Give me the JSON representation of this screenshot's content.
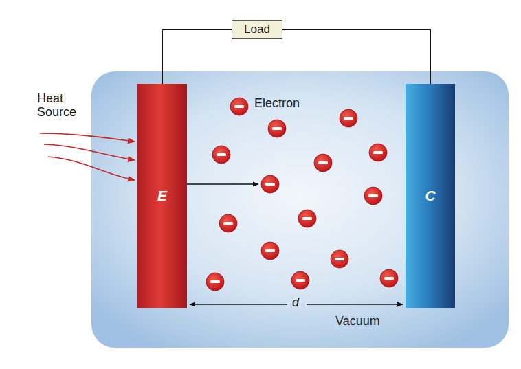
{
  "diagram": {
    "nodes": [
      {
        "text": [
          "Load"
        ]
      },
      {
        "text": [
          "E"
        ]
      },
      {
        "text": [
          "C"
        ]
      }
    ],
    "edges": [
      {
        "from": 0,
        "to": 1,
        "arrow": "none"
      },
      {
        "from": 0,
        "to": 2,
        "arrow": "none"
      }
    ],
    "labels": [
      "Heat Source",
      "Electron",
      "d",
      "Vacuum"
    ]
  }
}
